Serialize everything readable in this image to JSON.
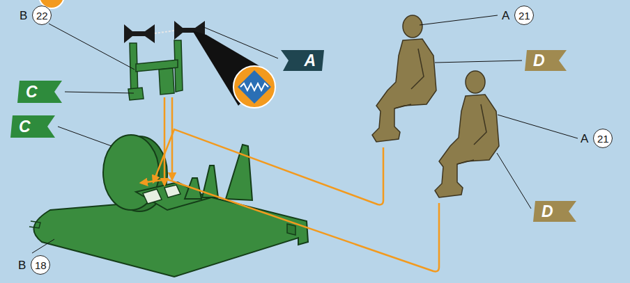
{
  "diagram": {
    "nodes": [
      {
        "text": [
          "B",
          "22"
        ]
      },
      {
        "text": [
          "A",
          "21"
        ]
      },
      {
        "text": [
          "A"
        ]
      },
      {
        "text": [
          "D"
        ]
      },
      {
        "text": [
          "C"
        ]
      },
      {
        "text": [
          "C"
        ]
      },
      {
        "text": [
          "A",
          "21"
        ]
      },
      {
        "text": [
          "D"
        ]
      },
      {
        "text": [
          "B",
          "18"
        ]
      }
    ]
  }
}
